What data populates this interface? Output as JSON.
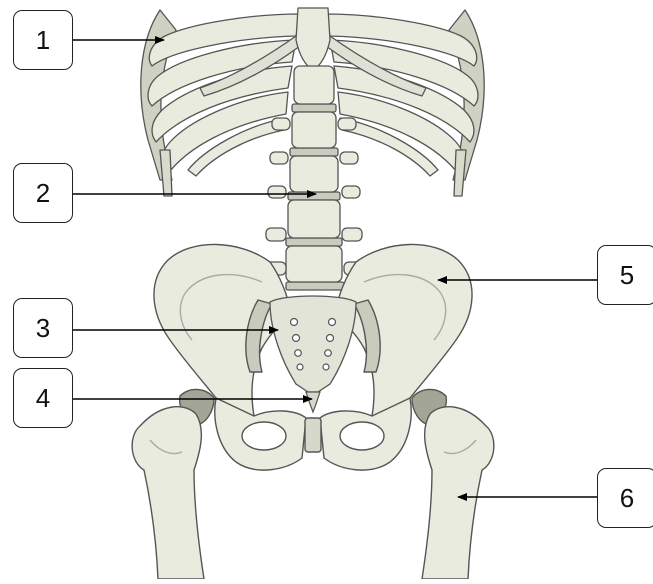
{
  "diagram": {
    "callouts": [
      {
        "number": "1",
        "target": "rib-cage"
      },
      {
        "number": "2",
        "target": "lumbar-vertebrae"
      },
      {
        "number": "3",
        "target": "sacrum"
      },
      {
        "number": "4",
        "target": "coccyx"
      },
      {
        "number": "5",
        "target": "ilium"
      },
      {
        "number": "6",
        "target": "femur"
      }
    ],
    "colors": {
      "bone_fill": "#e9ebdf",
      "bone_shade": "#c9cbbd",
      "bone_outline": "#555555",
      "cartilage": "#a3a596",
      "arrow": "#000000",
      "background": "#ffffff"
    }
  }
}
